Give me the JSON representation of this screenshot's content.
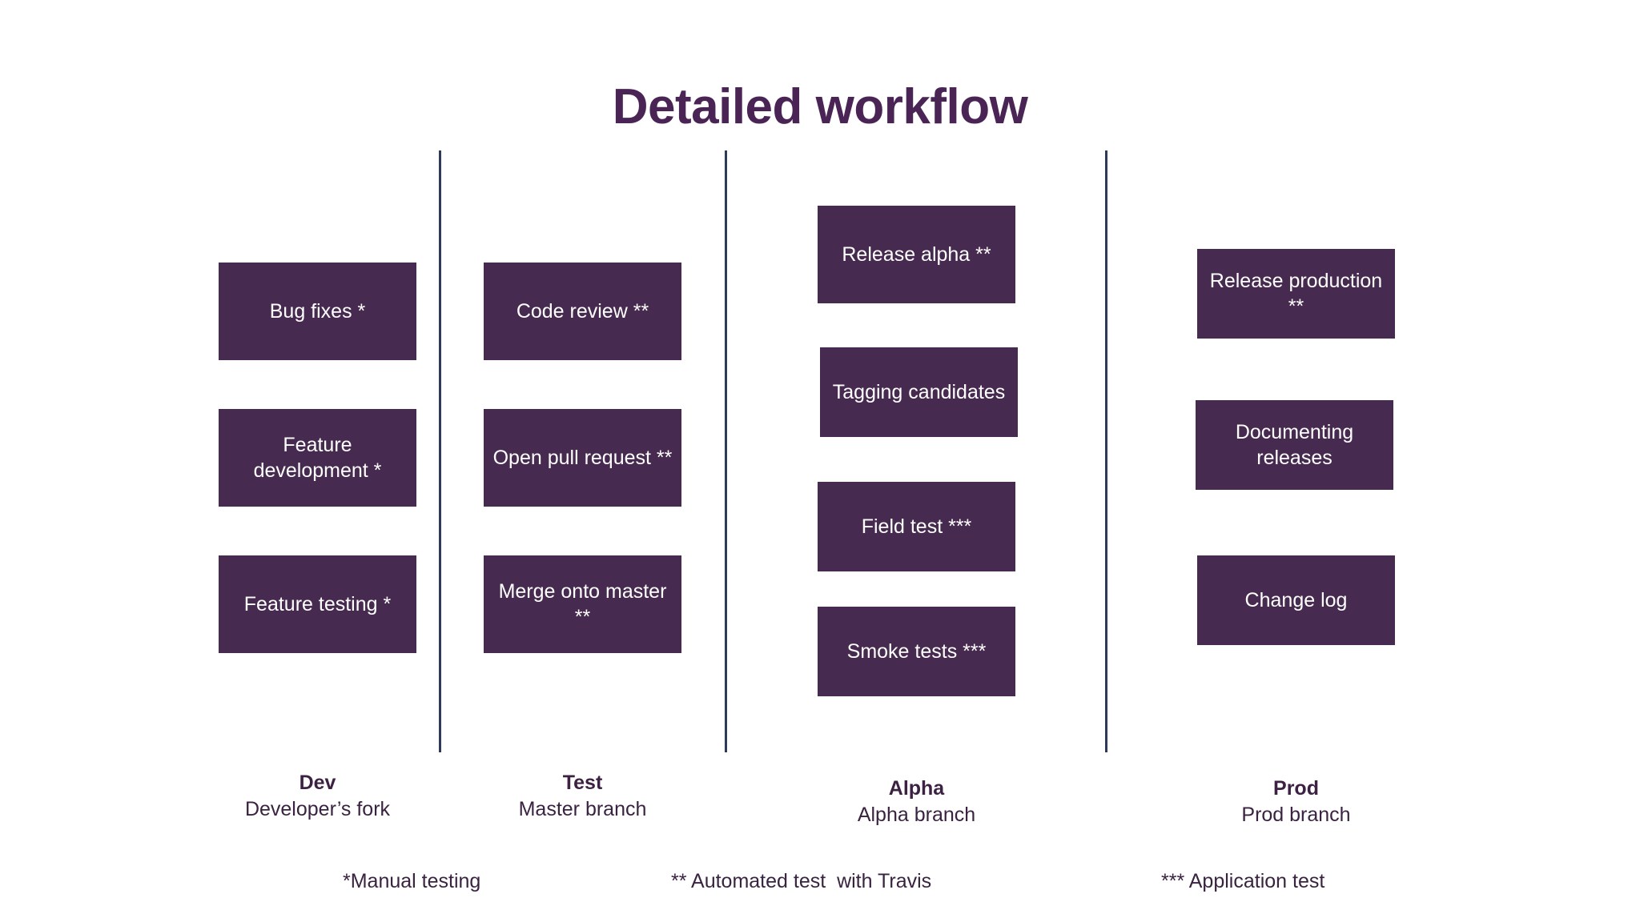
{
  "title": "Detailed workflow",
  "colors": {
    "title": "#4a2454",
    "box_fill": "#472a4f",
    "box_text": "#ffffff",
    "divider": "#2e3a5c",
    "label_text": "#3a2340",
    "background": "#ffffff"
  },
  "columns": [
    {
      "id": "dev",
      "name": "Dev",
      "subtitle": "Developer’s fork",
      "boxes": [
        {
          "label": "Bug fixes *"
        },
        {
          "label": "Feature development *"
        },
        {
          "label": "Feature testing *"
        }
      ]
    },
    {
      "id": "test",
      "name": "Test",
      "subtitle": "Master branch",
      "boxes": [
        {
          "label": "Code review **"
        },
        {
          "label": "Open pull request **"
        },
        {
          "label": "Merge onto master **"
        }
      ]
    },
    {
      "id": "alpha",
      "name": "Alpha",
      "subtitle": "Alpha branch",
      "boxes": [
        {
          "label": "Release alpha **"
        },
        {
          "label": "Tagging candidates"
        },
        {
          "label": "Field test ***"
        },
        {
          "label": "Smoke tests ***"
        }
      ]
    },
    {
      "id": "prod",
      "name": "Prod",
      "subtitle": "Prod branch",
      "boxes": [
        {
          "label": "Release production **"
        },
        {
          "label": "Documenting releases"
        },
        {
          "label": "Change log"
        }
      ]
    }
  ],
  "footnotes": [
    "*Manual testing",
    "** Automated test  with Travis",
    "*** Application test"
  ]
}
